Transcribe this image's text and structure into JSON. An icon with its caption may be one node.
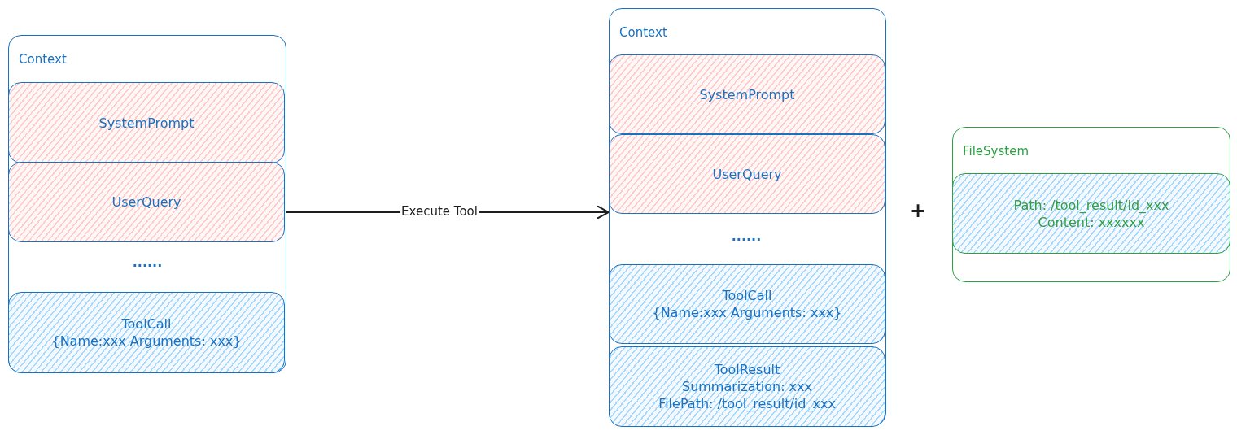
{
  "diagram": {
    "nodes": [
      {
        "text": [
          "Context"
        ]
      },
      {
        "text": [
          "SystemPrompt"
        ],
        "in": 0
      },
      {
        "text": [
          "UserQuery"
        ],
        "in": 0
      },
      {
        "text": [
          "ToolCall",
          "{Name:xxx  Arguments: xxx}"
        ],
        "in": 0
      },
      {
        "text": [
          "Context"
        ]
      },
      {
        "text": [
          "SystemPrompt"
        ],
        "in": 4
      },
      {
        "text": [
          "UserQuery"
        ],
        "in": 4
      },
      {
        "text": [
          "ToolCall",
          "{Name:xxx  Arguments: xxx}"
        ],
        "in": 4
      },
      {
        "text": [
          "ToolResult",
          "Summarization: xxx",
          "FilePath: /tool_result/id_xxx"
        ],
        "in": 4
      },
      {
        "text": [
          "FileSystem"
        ]
      },
      {
        "text": [
          "Path: /tool_result/id_xxx",
          "Content: xxxxxx"
        ],
        "in": 9
      }
    ],
    "edges": [
      {
        "from": 0,
        "to": 4,
        "arrow": "to",
        "label": "Execute Tool"
      }
    ],
    "labels": [
      "......",
      "......",
      "+"
    ]
  }
}
